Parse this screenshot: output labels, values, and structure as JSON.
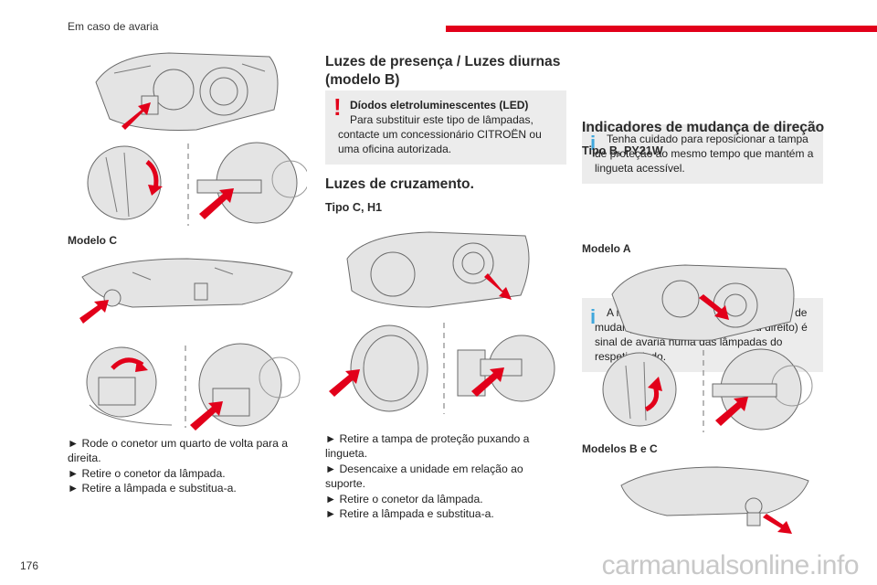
{
  "header": {
    "section_title": "Em caso de avaria",
    "accent_color": "#e2001a"
  },
  "page_number": "176",
  "watermark": "carmanualsonline.info",
  "col1": {
    "caption_model_c": "Modelo C",
    "steps": [
      "► Rode o conetor um quarto de volta para a direita.",
      "► Retire o conetor da lâmpada.",
      "► Retire a lâmpada e substitua-a."
    ]
  },
  "col2": {
    "heading_presence": "Luzes de presença / Luzes diurnas (modelo B)",
    "warning_title": "Díodos eletroluminescentes (LED)",
    "warning_text": "Para substituir este tipo de lâmpadas, contacte um concessionário CITROËN ou uma oficina autorizada.",
    "heading_dipped": "Luzes de cruzamento.",
    "subheading_type": "Tipo C, H1",
    "steps": [
      "► Retire a tampa de proteção puxando a lingueta.",
      "► Desencaixe a unidade em relação ao suporte.",
      "► Retire o conetor da lâmpada.",
      "► Retire a lâmpada e substitua-a."
    ]
  },
  "col3": {
    "info_text": "Tenha cuidado para reposicionar a tampa de proteção ao mesmo tempo que mantém a lingueta acessível.",
    "heading_indicators": "Indicadores de mudança de direção",
    "subheading_type": "Tipo B, PY21W",
    "info2_text": "A intermitência rápida das indicadores de mudança de direção (esquerdo ou direito) é sinal de avaria numa das lâmpadas do respetivo lado.",
    "caption_model_a": "Modelo A",
    "caption_models_bc": "Modelos B e C"
  },
  "icons": {
    "warning": "exclamation-icon",
    "info": "info-icon"
  }
}
